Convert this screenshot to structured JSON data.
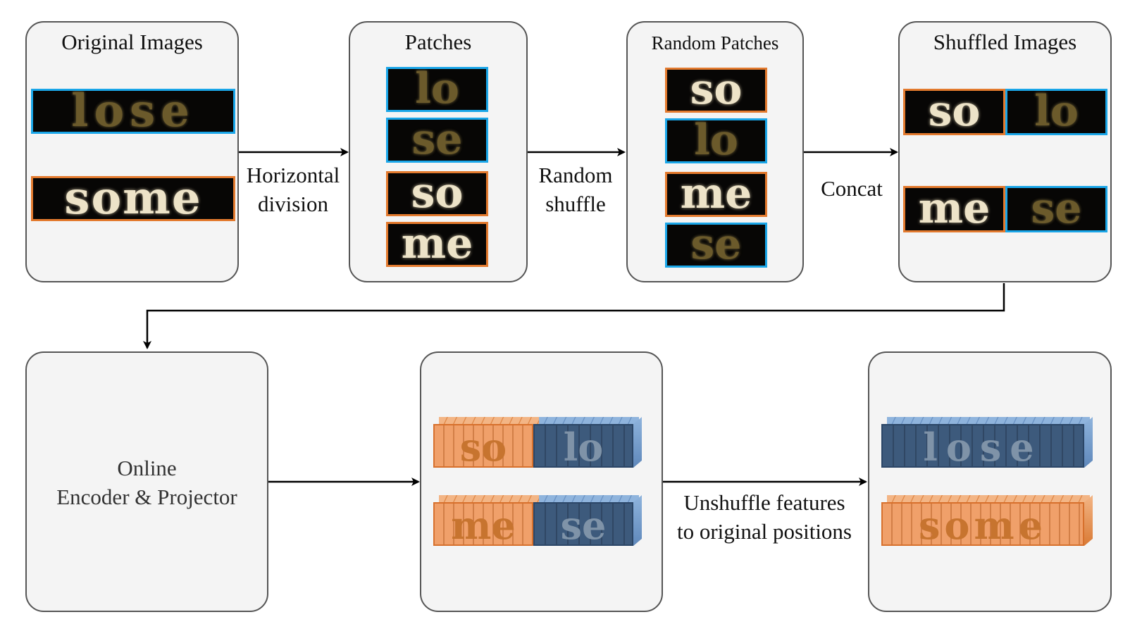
{
  "panels": {
    "original": {
      "title": "Original Images",
      "images": [
        {
          "text": "lose",
          "border": "#1aa6e8"
        },
        {
          "text": "some",
          "border": "#e37a2e"
        }
      ]
    },
    "patches": {
      "title": "Patches",
      "items": [
        {
          "text": "lo",
          "border": "#1aa6e8"
        },
        {
          "text": "se",
          "border": "#1aa6e8"
        },
        {
          "text": "so",
          "border": "#e37a2e"
        },
        {
          "text": "me",
          "border": "#e37a2e"
        }
      ]
    },
    "random": {
      "title": "Random Patches",
      "items": [
        {
          "text": "so",
          "border": "#e37a2e"
        },
        {
          "text": "lo",
          "border": "#1aa6e8"
        },
        {
          "text": "me",
          "border": "#e37a2e"
        },
        {
          "text": "se",
          "border": "#1aa6e8"
        }
      ]
    },
    "shuffled": {
      "title": "Shuffled Images",
      "rows": [
        [
          {
            "text": "so",
            "border": "#e37a2e"
          },
          {
            "text": "lo",
            "border": "#1aa6e8"
          }
        ],
        [
          {
            "text": "me",
            "border": "#e37a2e"
          },
          {
            "text": "se",
            "border": "#1aa6e8"
          }
        ]
      ]
    },
    "encoder": {
      "line1": "Online",
      "line2": "Encoder & Projector"
    },
    "features": {
      "rows": [
        [
          {
            "text": "so",
            "color": "orange"
          },
          {
            "text": "lo",
            "color": "blue"
          }
        ],
        [
          {
            "text": "me",
            "color": "orange"
          },
          {
            "text": "se",
            "color": "blue"
          }
        ]
      ]
    },
    "unshuffled": {
      "rows": [
        [
          {
            "text": "lose",
            "color": "blue"
          }
        ],
        [
          {
            "text": "some",
            "color": "orange"
          }
        ]
      ]
    }
  },
  "edges": {
    "horizontal_division": {
      "line1": "Horizontal",
      "line2": "division"
    },
    "random_shuffle": {
      "line1": "Random",
      "line2": "shuffle"
    },
    "concat": {
      "line1": "Concat"
    },
    "unshuffle": {
      "line1": "Unshuffle features",
      "line2": "to original positions"
    }
  },
  "colors": {
    "blue_border": "#1aa6e8",
    "orange_border": "#e37a2e",
    "panel_bg": "#f4f4f4",
    "panel_border": "#555555"
  }
}
